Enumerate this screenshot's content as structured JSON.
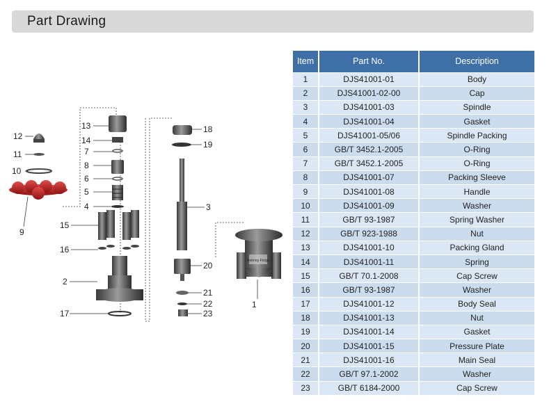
{
  "header": {
    "title": "Part Drawing"
  },
  "table": {
    "columns": [
      "Item",
      "Part No.",
      "Description"
    ],
    "rows": [
      {
        "item": "1",
        "part": "DJS41001-01",
        "desc": "Body"
      },
      {
        "item": "2",
        "part": "DJS41001-02-00",
        "desc": "Cap"
      },
      {
        "item": "3",
        "part": "DJS41001-03",
        "desc": "Spindle"
      },
      {
        "item": "4",
        "part": "DJS41001-04",
        "desc": "Gasket"
      },
      {
        "item": "5",
        "part": "DJS41001-05/06",
        "desc": "Spindle Packing"
      },
      {
        "item": "6",
        "part": "GB/T 3452.1-2005",
        "desc": "O-Ring"
      },
      {
        "item": "7",
        "part": "GB/T 3452.1-2005",
        "desc": "O-Ring"
      },
      {
        "item": "8",
        "part": "DJS41001-07",
        "desc": "Packing Sleeve"
      },
      {
        "item": "9",
        "part": "DJS41001-08",
        "desc": "Handle"
      },
      {
        "item": "10",
        "part": "DJS41001-09",
        "desc": "Washer"
      },
      {
        "item": "11",
        "part": "GB/T 93-1987",
        "desc": "Spring Washer"
      },
      {
        "item": "12",
        "part": "GB/T 923-1988",
        "desc": "Nut"
      },
      {
        "item": "13",
        "part": "DJS41001-10",
        "desc": "Packing Gland"
      },
      {
        "item": "14",
        "part": "DJS41001-11",
        "desc": "Spring"
      },
      {
        "item": "15",
        "part": "GB/T 70.1-2008",
        "desc": "Cap Screw"
      },
      {
        "item": "16",
        "part": "GB/T 93-1987",
        "desc": "Washer"
      },
      {
        "item": "17",
        "part": "DJS41001-12",
        "desc": "Body Seal"
      },
      {
        "item": "18",
        "part": "DJS41001-13",
        "desc": "Nut"
      },
      {
        "item": "19",
        "part": "DJS41001-14",
        "desc": "Gasket"
      },
      {
        "item": "20",
        "part": "DJS41001-15",
        "desc": "Pressure Plate"
      },
      {
        "item": "21",
        "part": "DJS41001-16",
        "desc": "Main Seal"
      },
      {
        "item": "22",
        "part": "GB/T 97.1-2002",
        "desc": "Washer"
      },
      {
        "item": "23",
        "part": "GB/T 6184-2000",
        "desc": "Cap Screw"
      }
    ]
  },
  "diagram": {
    "callouts": [
      "1",
      "2",
      "3",
      "4",
      "5",
      "6",
      "7",
      "8",
      "9",
      "10",
      "11",
      "12",
      "13",
      "14",
      "15",
      "16",
      "17",
      "18",
      "19",
      "20",
      "21",
      "22",
      "23"
    ],
    "body_marking": "Bonney Forge"
  }
}
